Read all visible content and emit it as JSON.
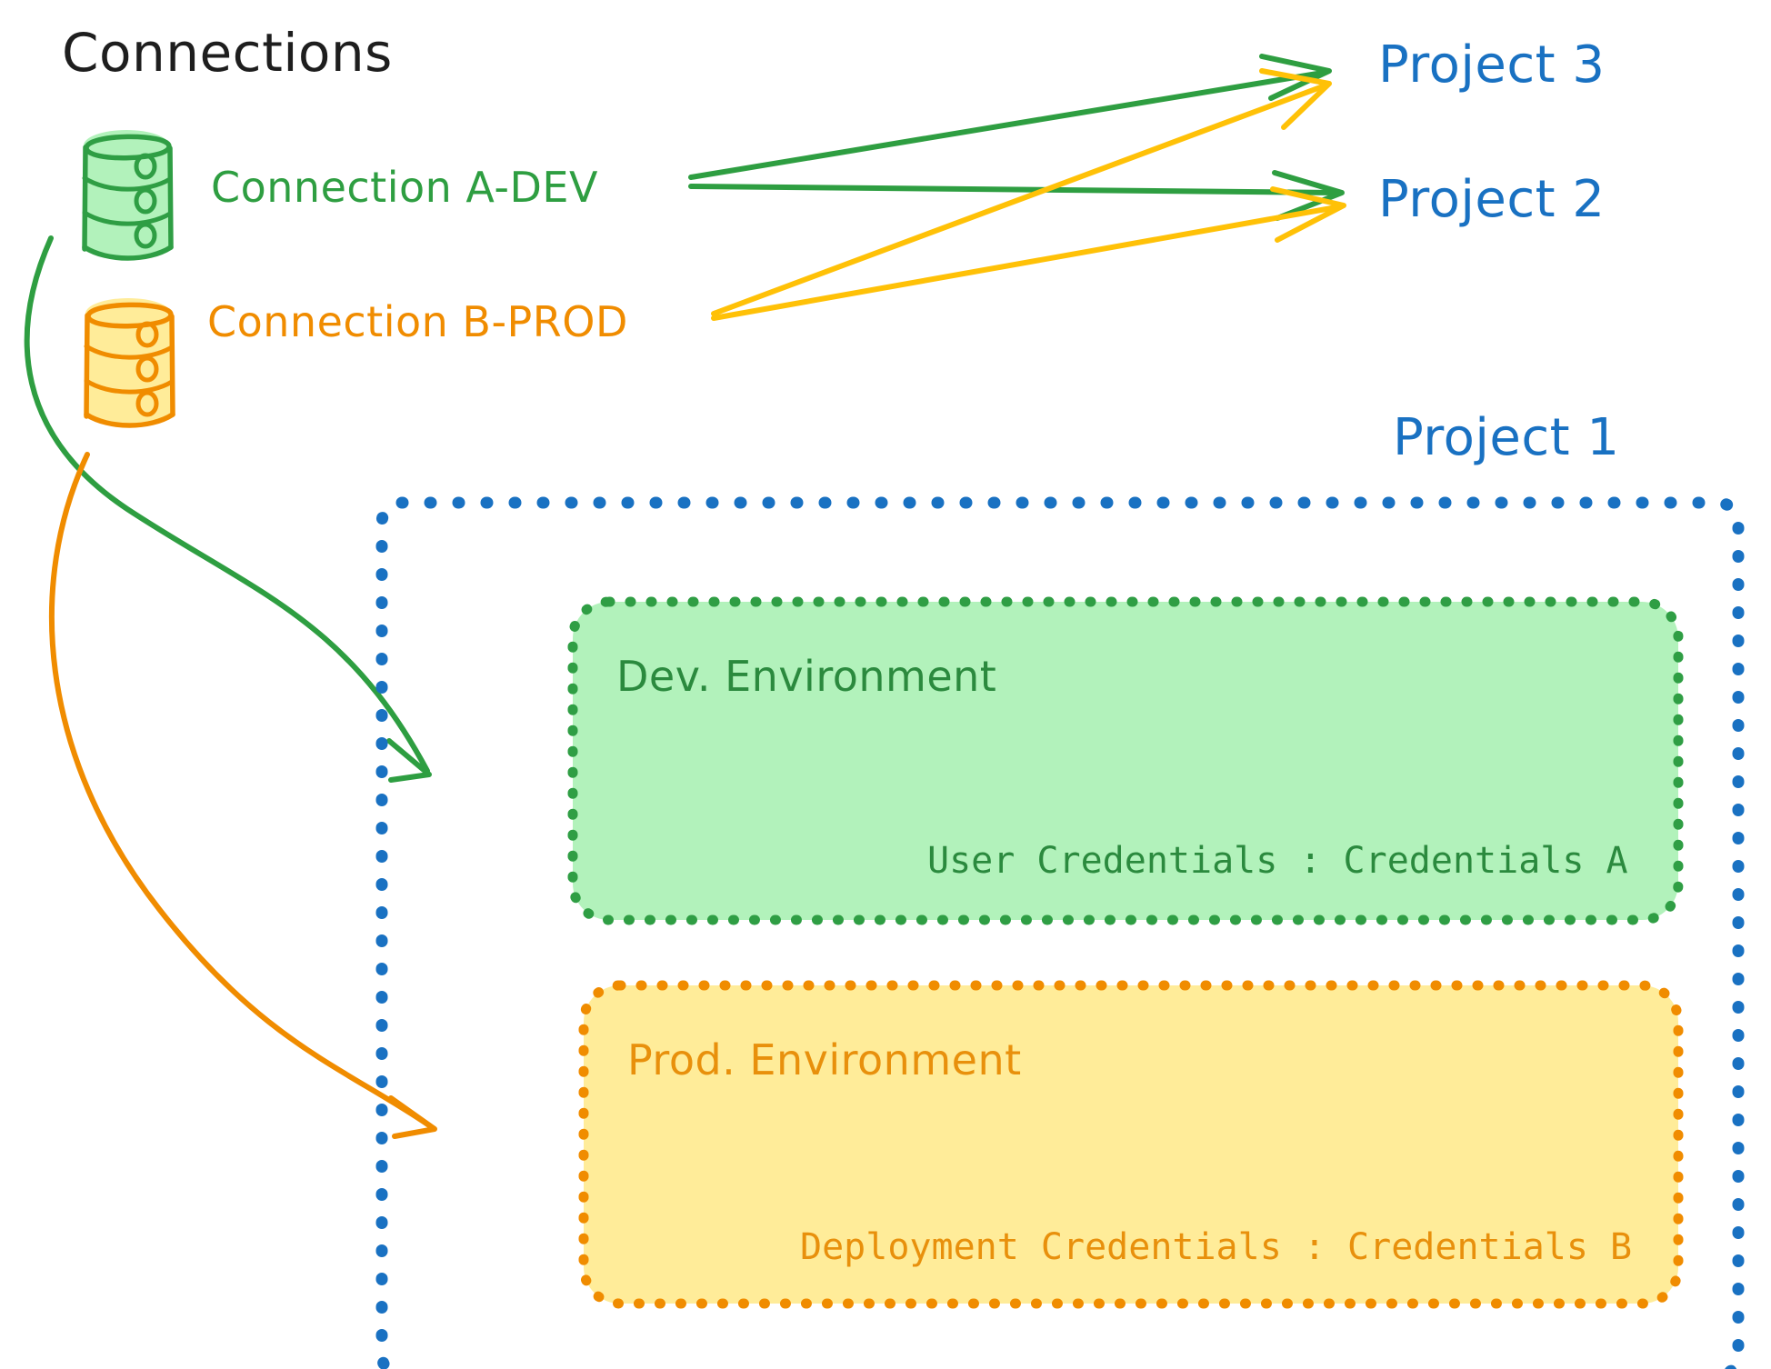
{
  "diagram": {
    "title": "Connections",
    "title_color": "#1e1e1e",
    "background": "#ffffff"
  },
  "colors": {
    "green": "#2e9e41",
    "green_fill": "#b2f2bb",
    "green_dark": "#2b8a3e",
    "orange": "#f08c00",
    "orange_fill": "#ffec99",
    "orange_dark": "#e8590c",
    "blue": "#1971c2",
    "amber": "#ffc107"
  },
  "connections": [
    {
      "id": "conn-a-dev",
      "label": "Connection A-DEV",
      "color": "#2e9e41",
      "icon": "database-cylinder-icon",
      "fill": "#b2f2bb"
    },
    {
      "id": "conn-b-prod",
      "label": "Connection B-PROD",
      "color": "#f08c00",
      "icon": "database-cylinder-icon",
      "fill": "#ffec99"
    }
  ],
  "projects": [
    {
      "id": "project-3",
      "label": "Project 3",
      "color": "#1971c2"
    },
    {
      "id": "project-2",
      "label": "Project 2",
      "color": "#1971c2"
    },
    {
      "id": "project-1",
      "label": "Project 1",
      "color": "#1971c2"
    }
  ],
  "project1_container": {
    "border_color": "#1971c2",
    "border_style": "dotted"
  },
  "environments": [
    {
      "id": "dev-environment",
      "title": "Dev. Environment",
      "credentials_label": "User Credentials",
      "credentials_separator": ":",
      "credentials_value": "Credentials A",
      "credentials_line": "User Credentials : Credentials A",
      "fill": "#b2f2bb",
      "border_color": "#2f9e44",
      "text_color": "#2b8a3e"
    },
    {
      "id": "prod-environment",
      "title": "Prod. Environment",
      "credentials_label": "Deployment Credentials",
      "credentials_separator": ":",
      "credentials_value": "Credentials B",
      "credentials_line": "Deployment Credentials : Credentials B",
      "fill": "#ffec99",
      "border_color": "#f08c00",
      "text_color": "#e8900c"
    }
  ],
  "edges": [
    {
      "id": "edge-a-dev-to-project-3",
      "from": "conn-a-dev",
      "to": "project-3",
      "color": "#2e9e41"
    },
    {
      "id": "edge-a-dev-to-project-2",
      "from": "conn-a-dev",
      "to": "project-2",
      "color": "#2e9e41"
    },
    {
      "id": "edge-a-dev-to-dev-environment",
      "from": "conn-a-dev",
      "to": "dev-environment",
      "color": "#2e9e41"
    },
    {
      "id": "edge-b-prod-to-project-3",
      "from": "conn-b-prod",
      "to": "project-3",
      "color": "#ffc107"
    },
    {
      "id": "edge-b-prod-to-project-2",
      "from": "conn-b-prod",
      "to": "project-2",
      "color": "#ffc107"
    },
    {
      "id": "edge-b-prod-to-prod-environment",
      "from": "conn-b-prod",
      "to": "prod-environment",
      "color": "#f08c00"
    }
  ]
}
